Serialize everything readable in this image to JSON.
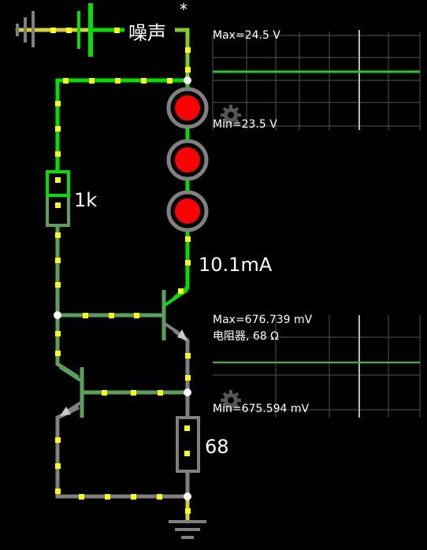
{
  "source": {
    "label": "噪声",
    "marker": "*"
  },
  "resistors": {
    "r1": "1k",
    "r2": "68"
  },
  "current": "10.1mA",
  "scope1": {
    "max": "Max=24.5 V",
    "min": "Min=23.5 V"
  },
  "scope2": {
    "max": "Max=676.739 mV",
    "subtitle": "电阻器, 68 Ω",
    "min": "Min=675.594 mV"
  },
  "icons": [
    "gear-icon",
    "ground-icon",
    "battery-icon",
    "led-icon",
    "transistor-icon",
    "resistor-icon"
  ],
  "colors": {
    "wire_active": "#00e000",
    "wire_mid": "#5aa05a",
    "wire_off": "#808080",
    "wire_yellow": "#d6d13a",
    "current_dot": "#ffff00",
    "led": "#ff0000",
    "scope_trace": "#22cc22"
  }
}
